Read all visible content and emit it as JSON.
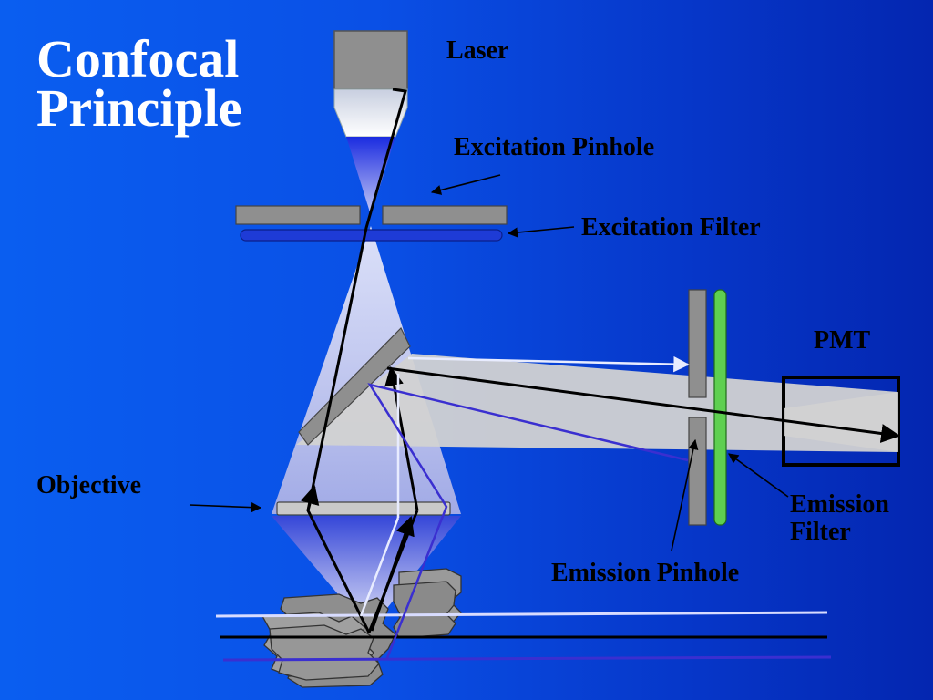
{
  "title": {
    "line1": "Confocal",
    "line2": "Principle"
  },
  "labels": {
    "laser": "Laser",
    "excitation_pinhole": "Excitation Pinhole",
    "excitation_filter": "Excitation Filter",
    "pmt": "PMT",
    "objective": "Objective",
    "emission_filter_line1": "Emission",
    "emission_filter_line2": "Filter",
    "emission_pinhole": "Emission Pinhole"
  },
  "colors": {
    "background": "#0a50e6",
    "title": "#ffffff",
    "label": "#000000",
    "emission_filter": "#5ecf50",
    "excitation_filter": "#1e3bd6",
    "component_gray": "#8f8f8f"
  }
}
